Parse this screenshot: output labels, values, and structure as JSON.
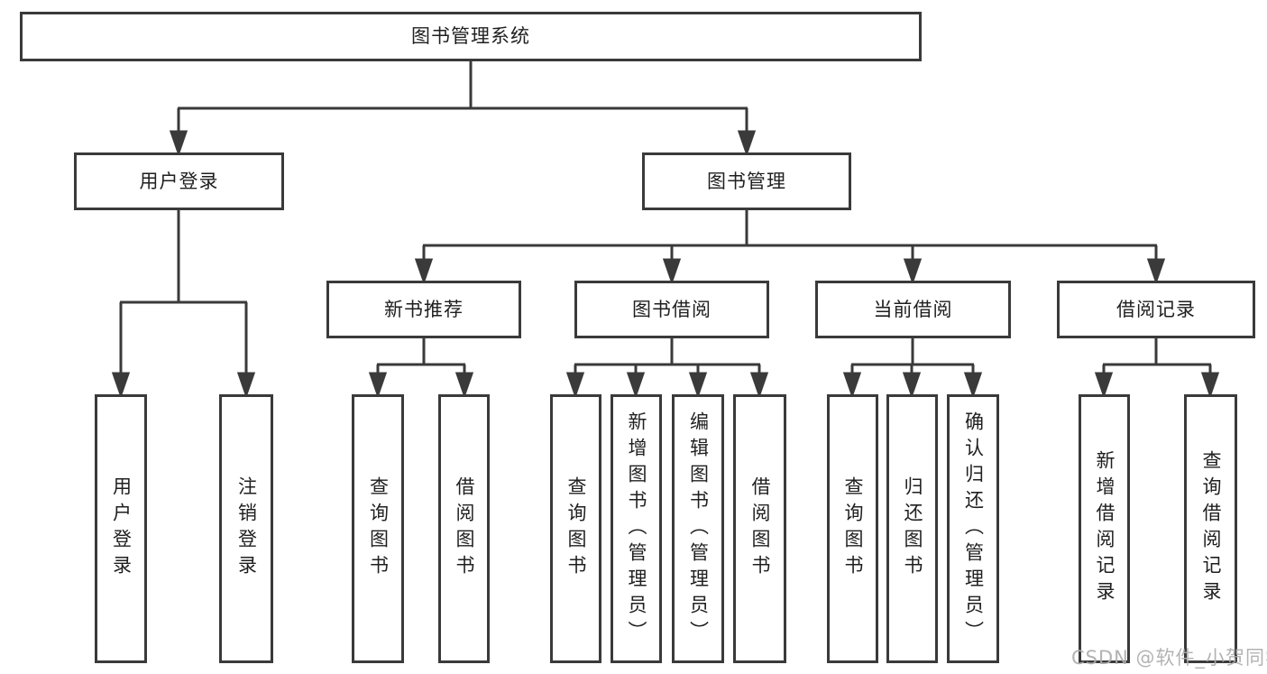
{
  "tree": {
    "label": "图书管理系统",
    "children": [
      {
        "label": "用户登录",
        "children": [
          {
            "label": "用户登录"
          },
          {
            "label": "注销登录"
          }
        ]
      },
      {
        "label": "图书管理",
        "children": [
          {
            "label": "新书推荐",
            "children": [
              {
                "label": "查询图书"
              },
              {
                "label": "借阅图书"
              }
            ]
          },
          {
            "label": "图书借阅",
            "children": [
              {
                "label": "查询图书"
              },
              {
                "label": "新增图书（管理员）"
              },
              {
                "label": "编辑图书（管理员）"
              },
              {
                "label": "借阅图书"
              }
            ]
          },
          {
            "label": "当前借阅",
            "children": [
              {
                "label": "查询图书"
              },
              {
                "label": "归还图书"
              },
              {
                "label": "确认归还（管理员）"
              }
            ]
          },
          {
            "label": "借阅记录",
            "children": [
              {
                "label": "新增借阅记录"
              },
              {
                "label": "查询借阅记录"
              }
            ]
          }
        ]
      }
    ]
  },
  "watermark": {
    "text": "CSDN @软件_小贺同学"
  },
  "colors": {
    "line": "#3a3a3a",
    "box_border": "#3a3a3a",
    "text": "#1f1f1f",
    "watermark": "#acacac",
    "background": "#ffffff"
  }
}
